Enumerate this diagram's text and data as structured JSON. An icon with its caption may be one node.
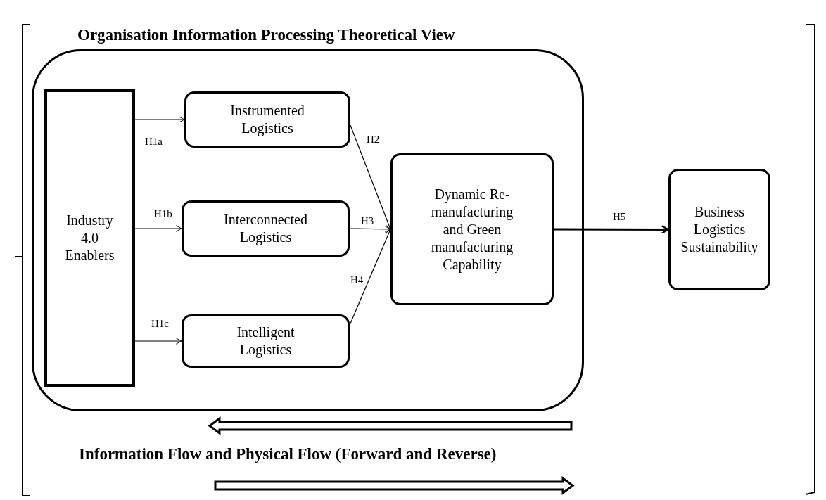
{
  "diagram": {
    "nodes": [
      {
        "text": [
          "Organisation Information Processing Theoretical View"
        ]
      },
      {
        "text": [
          "Industry 4.0 Enablers"
        ],
        "in": 0
      },
      {
        "text": [
          "Instrumented Logistics"
        ],
        "in": 0
      },
      {
        "text": [
          "Interconnected Logistics"
        ],
        "in": 0
      },
      {
        "text": [
          "Intelligent Logistics"
        ],
        "in": 0
      },
      {
        "text": [
          "Dynamic Re-manufacturing and Green manufacturing Capability"
        ],
        "in": 0
      },
      {
        "text": [
          "Business Logistics Sustainability"
        ]
      }
    ],
    "edges": [
      {
        "from": 1,
        "to": 2,
        "arrow": "to",
        "label": "H1a"
      },
      {
        "from": 1,
        "to": 3,
        "arrow": "to",
        "label": "H1b"
      },
      {
        "from": 1,
        "to": 4,
        "arrow": "to",
        "label": "H1c"
      },
      {
        "from": 2,
        "to": 5,
        "arrow": "to",
        "label": "H2"
      },
      {
        "from": 3,
        "to": 5,
        "arrow": "to",
        "label": "H3"
      },
      {
        "from": 4,
        "to": 5,
        "arrow": "to",
        "label": "H4"
      },
      {
        "from": 5,
        "to": 6,
        "arrow": "to",
        "label": "H5",
        "style": "thick"
      }
    ],
    "labels": [
      "Information Flow and Physical Flow (Forward and Reverse)"
    ]
  }
}
